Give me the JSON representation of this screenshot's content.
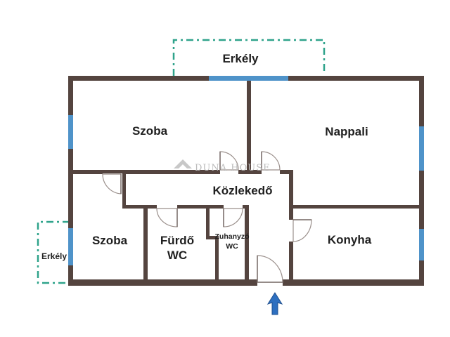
{
  "plan": {
    "watermark": "DUNA HOUSE",
    "rooms": [
      {
        "id": "erkely-top",
        "label": "Erkély"
      },
      {
        "id": "szoba-1",
        "label": "Szoba"
      },
      {
        "id": "nappali",
        "label": "Nappali"
      },
      {
        "id": "kozlekedo",
        "label": "Közlekedő"
      },
      {
        "id": "szoba-2",
        "label": "Szoba"
      },
      {
        "id": "furdo",
        "label_line1": "Fürdő",
        "label_line2": "WC"
      },
      {
        "id": "zuhanyzo",
        "label_line1": "Zuhanyzó",
        "label_line2": "WC"
      },
      {
        "id": "konyha",
        "label": "Konyha"
      },
      {
        "id": "erkely-left",
        "label": "Erkély"
      }
    ],
    "entrance_icon": "entrance-arrow-icon",
    "colors": {
      "wall": "#54443f",
      "window": "#4f93c9",
      "balcony_outline": "#2fa38b",
      "entrance_arrow": "#2d6fc0"
    }
  }
}
